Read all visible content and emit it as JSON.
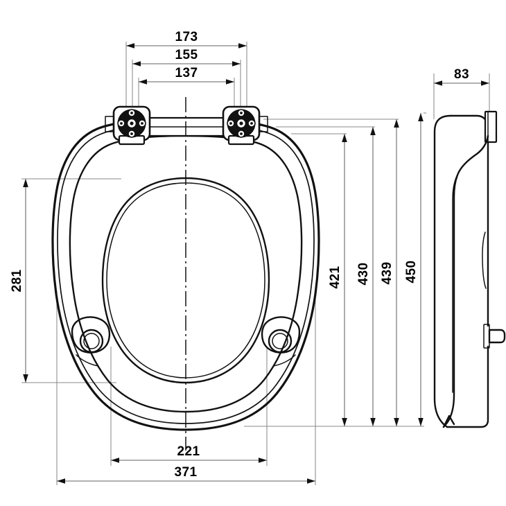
{
  "drawing": {
    "type": "technical-engineering-drawing",
    "subject": "toilet seat and lid",
    "units": "mm",
    "background_color": "#ffffff",
    "line_color": "#111111",
    "dimension_line_color": "#606060",
    "views": [
      {
        "id": "top-view",
        "label": "",
        "position": "left"
      },
      {
        "id": "side-view",
        "label": "",
        "position": "right"
      }
    ]
  },
  "dimensions": {
    "top_horizontal": [
      {
        "name": "hinge-outer-width",
        "value": "173",
        "orientation": "horizontal",
        "view": "top-view"
      },
      {
        "name": "hinge-mid-width",
        "value": "155",
        "orientation": "horizontal",
        "view": "top-view"
      },
      {
        "name": "hinge-inner-width",
        "value": "137",
        "orientation": "horizontal",
        "view": "top-view"
      }
    ],
    "left_vertical": [
      {
        "name": "seat-inner-length",
        "value": "281",
        "orientation": "vertical",
        "view": "top-view"
      }
    ],
    "right_vertical": [
      {
        "name": "ring-length",
        "value": "421",
        "orientation": "vertical",
        "view": "top-view"
      },
      {
        "name": "lid-length",
        "value": "430",
        "orientation": "vertical",
        "view": "top-view"
      },
      {
        "name": "overall-length-439",
        "value": "439",
        "orientation": "vertical",
        "view": "top-view"
      },
      {
        "name": "overall-length-450",
        "value": "450",
        "orientation": "vertical",
        "view": "side-view"
      }
    ],
    "bottom_horizontal": [
      {
        "name": "seat-inner-width",
        "value": "221",
        "orientation": "horizontal",
        "view": "top-view"
      },
      {
        "name": "seat-overall-width",
        "value": "371",
        "orientation": "horizontal",
        "view": "top-view"
      }
    ],
    "side_horizontal": [
      {
        "name": "seat-height",
        "value": "83",
        "orientation": "horizontal",
        "view": "side-view"
      }
    ]
  },
  "features": {
    "hinges": [
      {
        "name": "hinge-left",
        "detail": "bolt-pattern-disc"
      },
      {
        "name": "hinge-right",
        "detail": "bolt-pattern-disc"
      }
    ],
    "bumpers": [
      {
        "name": "bumper-left"
      },
      {
        "name": "bumper-right"
      },
      {
        "name": "bumper-side"
      }
    ],
    "centerline": {
      "name": "vertical-centerline",
      "style": "dash-dot"
    }
  }
}
